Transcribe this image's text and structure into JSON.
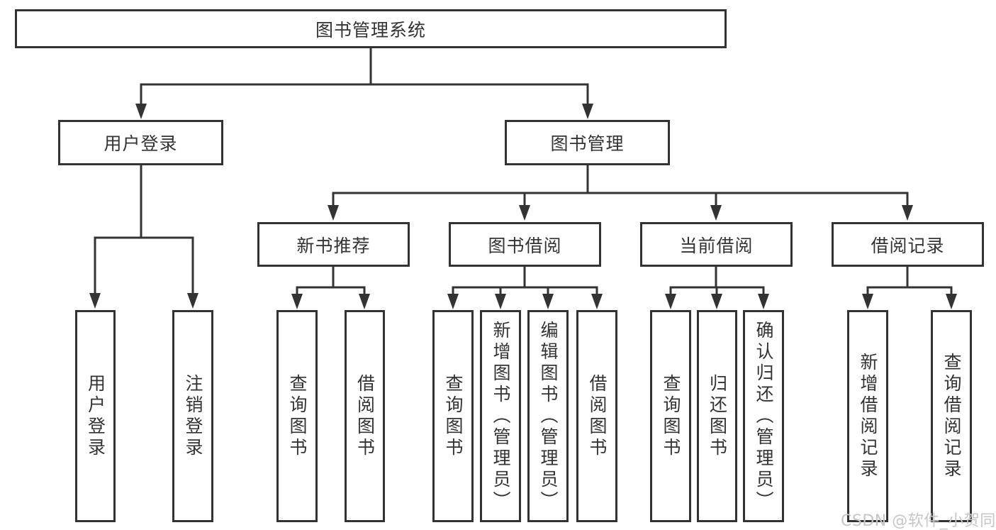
{
  "colors": {
    "line": "#333333",
    "text": "#333333",
    "box_background": "#ffffff",
    "watermark": "#c6c6c6"
  },
  "watermark": {
    "text": "CSDN @软件_小贺同学"
  },
  "diagram": {
    "nodes": {
      "root": {
        "label": "图书管理系统"
      },
      "userLogin": {
        "label": "用户登录"
      },
      "bookMgmt": {
        "label": "图书管理"
      },
      "newBookRec": {
        "label": "新书推荐"
      },
      "bookBorrow": {
        "label": "图书借阅"
      },
      "currentBorrow": {
        "label": "当前借阅"
      },
      "borrowRecords": {
        "label": "借阅记录"
      },
      "leafUserLogin": {
        "label": "用户登录"
      },
      "leafLogout": {
        "label": "注销登录"
      },
      "leafQueryBook1": {
        "label": "查询图书"
      },
      "leafBorrowBook1": {
        "label": "借阅图书"
      },
      "leafQueryBook2": {
        "label": "查询图书"
      },
      "leafAddBook": {
        "label": "新增图书（管理员）"
      },
      "leafEditBook": {
        "label": "编辑图书（管理员）"
      },
      "leafBorrowBook2": {
        "label": "借阅图书"
      },
      "leafQueryBook3": {
        "label": "查询图书"
      },
      "leafReturnBook": {
        "label": "归还图书"
      },
      "leafConfirmRet": {
        "label": "确认归还（管理员）"
      },
      "leafAddRecord": {
        "label": "新增借阅记录"
      },
      "leafQueryRecord": {
        "label": "查询借阅记录"
      }
    },
    "hierarchy": [
      {
        "parent": "图书管理系统",
        "children": [
          "用户登录",
          "图书管理"
        ]
      },
      {
        "parent": "用户登录",
        "children": [
          "用户登录",
          "注销登录"
        ]
      },
      {
        "parent": "图书管理",
        "children": [
          "新书推荐",
          "图书借阅",
          "当前借阅",
          "借阅记录"
        ]
      },
      {
        "parent": "新书推荐",
        "children": [
          "查询图书",
          "借阅图书"
        ]
      },
      {
        "parent": "图书借阅",
        "children": [
          "查询图书",
          "新增图书（管理员）",
          "编辑图书（管理员）",
          "借阅图书"
        ]
      },
      {
        "parent": "当前借阅",
        "children": [
          "查询图书",
          "归还图书",
          "确认归还（管理员）"
        ]
      },
      {
        "parent": "借阅记录",
        "children": [
          "新增借阅记录",
          "查询借阅记录"
        ]
      }
    ]
  }
}
